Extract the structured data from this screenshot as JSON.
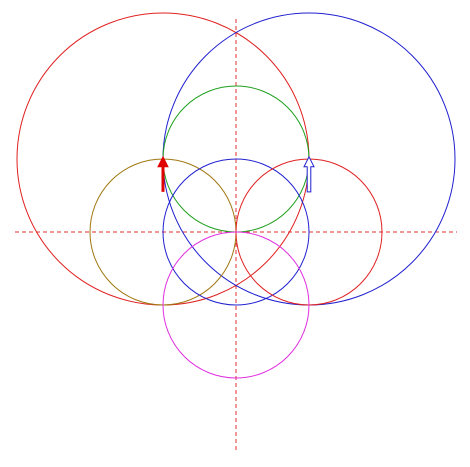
{
  "diagram": {
    "background": "#ffffff",
    "center": [
      0,
      0
    ],
    "unit": 73,
    "axes": {
      "color": "#e03030",
      "dash": "dashed",
      "x_extent": [
        -3,
        3
      ],
      "y_extent": [
        -3,
        3
      ]
    },
    "circles": [
      {
        "name": "large-red-circle",
        "cx": -1,
        "cy": 1,
        "r": 2,
        "color": "#e02020"
      },
      {
        "name": "large-blue-circle",
        "cx": 1,
        "cy": 1,
        "r": 2,
        "color": "#2020d0"
      },
      {
        "name": "green-circle",
        "cx": 0,
        "cy": 1,
        "r": 1,
        "color": "#20a020"
      },
      {
        "name": "olive-circle",
        "cx": -1,
        "cy": 0,
        "r": 1,
        "color": "#a07810"
      },
      {
        "name": "small-blue-circle",
        "cx": 0,
        "cy": 0,
        "r": 1,
        "color": "#2020d0"
      },
      {
        "name": "small-red-circle",
        "cx": 1,
        "cy": 0,
        "r": 1,
        "color": "#e02020"
      },
      {
        "name": "magenta-circle",
        "cx": 0,
        "cy": -1,
        "r": 1,
        "color": "#e030e0"
      }
    ],
    "arrows": [
      {
        "name": "red-arrow",
        "x": -1,
        "from_y": 0.55,
        "to_y": 1.03,
        "color": "#e00000",
        "style": "filled"
      },
      {
        "name": "blue-arrow",
        "x": 1,
        "from_y": 0.55,
        "to_y": 1.03,
        "color": "#2020d0",
        "style": "hollow"
      }
    ]
  }
}
